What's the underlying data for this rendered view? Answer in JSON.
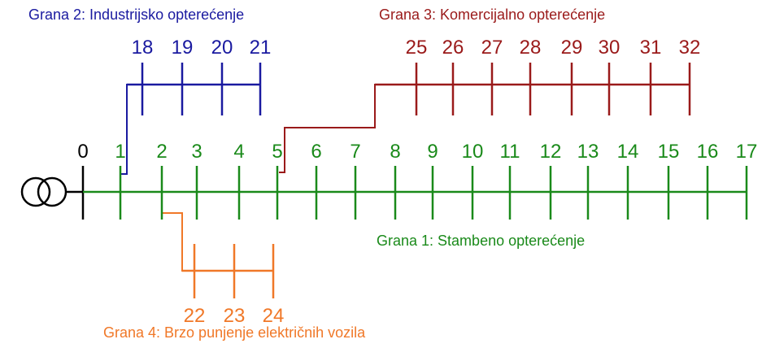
{
  "colors": {
    "transformer": "#000000",
    "branch1": "#1a8a1a",
    "branch2": "#1a1aa0",
    "branch3": "#9a1a1a",
    "branch4": "#f07828"
  },
  "transformer_icon": "transformer-symbol",
  "branches": {
    "b1": {
      "label": "Grana 1: Stambeno opterećenje",
      "nodes": [
        "1",
        "2",
        "3",
        "4",
        "5",
        "6",
        "7",
        "8",
        "9",
        "10",
        "11",
        "12",
        "13",
        "14",
        "15",
        "16",
        "17"
      ]
    },
    "b2": {
      "label": "Grana 2: Industrijsko opterećenje",
      "nodes": [
        "18",
        "19",
        "20",
        "21"
      ]
    },
    "b3": {
      "label": "Grana 3: Komercijalno opterećenje",
      "nodes": [
        "25",
        "26",
        "27",
        "28",
        "29",
        "30",
        "31",
        "32"
      ]
    },
    "b4": {
      "label": "Grana 4: Brzo punjenje električnih vozila",
      "nodes": [
        "22",
        "23",
        "24"
      ]
    }
  },
  "root_node": "0"
}
